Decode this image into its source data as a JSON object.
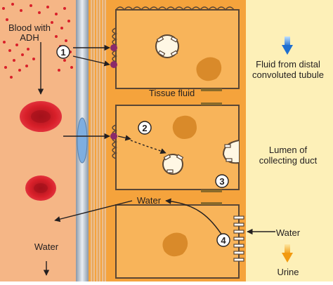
{
  "labels": {
    "blood_line1": "Blood with",
    "blood_line2": "ADH",
    "tissue_fluid": "Tissue fluid",
    "fluid_line1": "Fluid from distal",
    "fluid_line2": "convoluted tubule",
    "lumen_line1": "Lumen of",
    "lumen_line2": "collecting duct",
    "water_right": "Water",
    "water_middle": "Water",
    "water_left": "Water",
    "urine": "Urine"
  },
  "steps": [
    "1",
    "2",
    "3",
    "4"
  ],
  "colors": {
    "blood_bg": "#f7c8a0",
    "tissue_orange": "#f5a33c",
    "cell_fill": "#f8b45a",
    "cell_stroke": "#5a4634",
    "lumen_bg": "#fdf0b8",
    "rbc": "#d9202a",
    "nucleus": "#d98a2a",
    "adh_dots": "#d9202a",
    "receptor": "#8a2a6a",
    "arrow_blue": "#3a7fd0",
    "arrow_yellow": "#f2b21a"
  }
}
